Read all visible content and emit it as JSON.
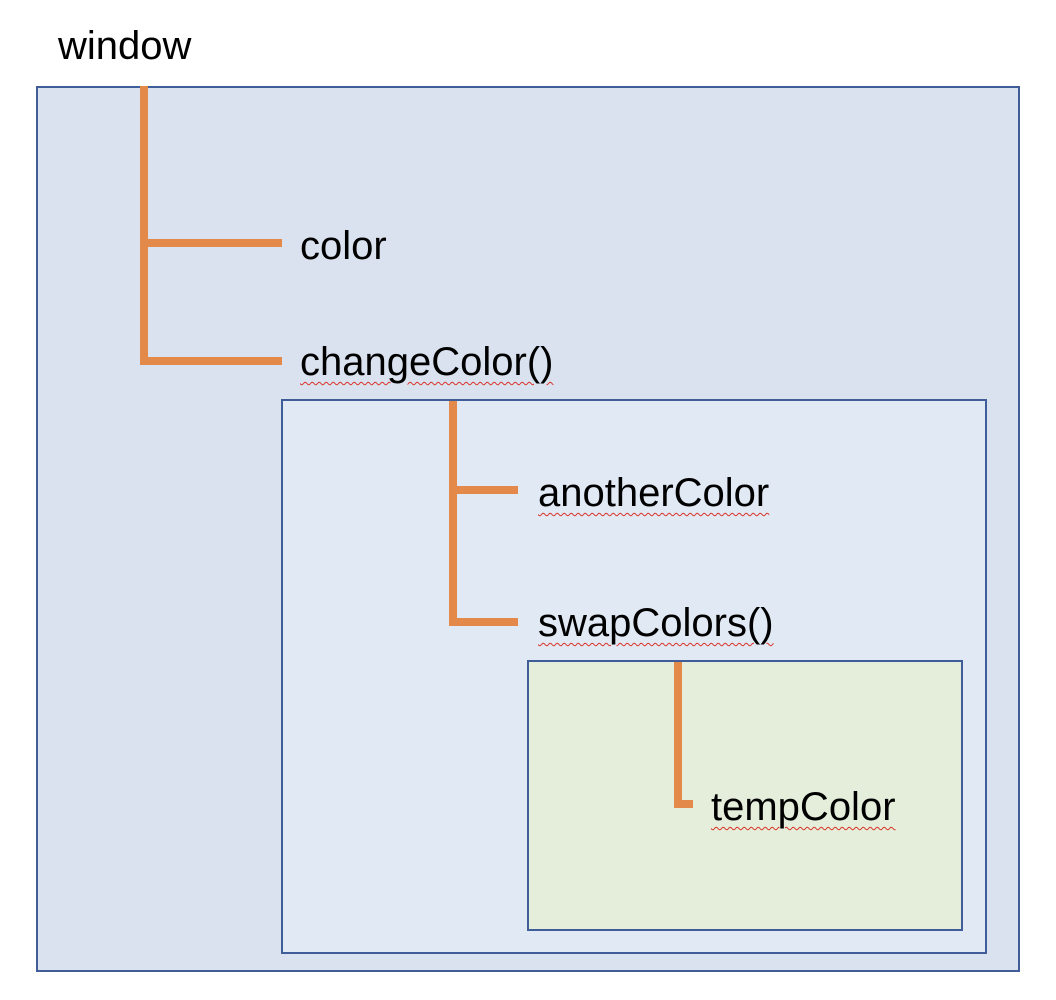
{
  "diagram": {
    "title": "window",
    "connector_color": "#e38a4a",
    "box_border_color": "#3f5e99",
    "scopes": [
      {
        "name": "window",
        "fill": "#dbe2ef",
        "members": [
          "color",
          "changeColor()"
        ]
      },
      {
        "name": "changeColor()",
        "fill": "#e1e9f4",
        "members": [
          "anotherColor",
          "swapColors()"
        ]
      },
      {
        "name": "swapColors()",
        "fill": "#e4eeda",
        "members": [
          "tempColor"
        ]
      }
    ],
    "labels": {
      "color": "color",
      "changeColor": "changeColor()",
      "anotherColor": "anotherColor",
      "swapColors": "swapColors()",
      "tempColor": "tempColor"
    }
  }
}
